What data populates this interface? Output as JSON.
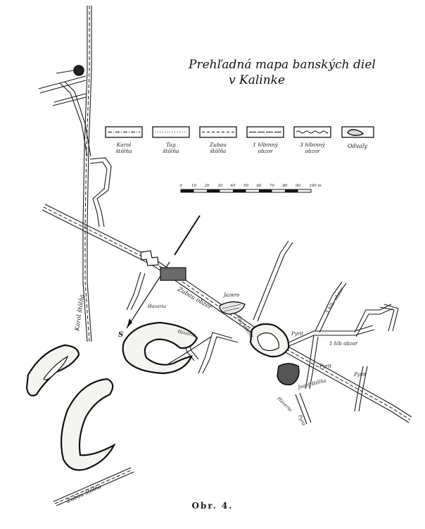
{
  "title": {
    "line1": "Prehľadná mapa banských diel",
    "line2": "v Kalinke"
  },
  "legend": [
    {
      "label_line1": "Karol",
      "label_line2": "štôlňa",
      "symbol": "dash-dot tunnel"
    },
    {
      "label_line1": "Tag",
      "label_line2": "štôlňa",
      "symbol": "dotted tunnel"
    },
    {
      "label_line1": "Zubau",
      "label_line2": "štôlňa",
      "symbol": "dashed tunnel"
    },
    {
      "label_line1": "1 hlbinný",
      "label_line2": "obzor",
      "symbol": "long-dash tunnel"
    },
    {
      "label_line1": "3 hlbinný",
      "label_line2": "obzor",
      "symbol": "wavy tunnel"
    },
    {
      "label_line1": "Odvaly",
      "label_line2": "",
      "symbol": "spoil heap"
    }
  ],
  "scale_bar": {
    "ticks": [
      "0",
      "10",
      "20",
      "30",
      "40",
      "50",
      "60",
      "70",
      "80",
      "90",
      "100 m"
    ]
  },
  "map_labels": {
    "karol": "Karol štôlňa",
    "zubau_obzor": "Zubau obzor",
    "jazero": "Jazero",
    "tag": "Tag štôlňa",
    "haveria1": "Haveria",
    "haveria2": "Haveria",
    "haveria3": "Haveria",
    "pyrit1": "Pyrit",
    "pyrit2": "Pyrit",
    "pyrit3": "Pyrit",
    "pyrit4": "Pyrit",
    "obzor3": "3 hlb. obzor",
    "obzor1": "1 hlb obzor",
    "jozef": "Jozef štôlňa",
    "zubau_stolna": "Zubau štôlňa",
    "north": "S"
  },
  "caption": "Obr. 4."
}
